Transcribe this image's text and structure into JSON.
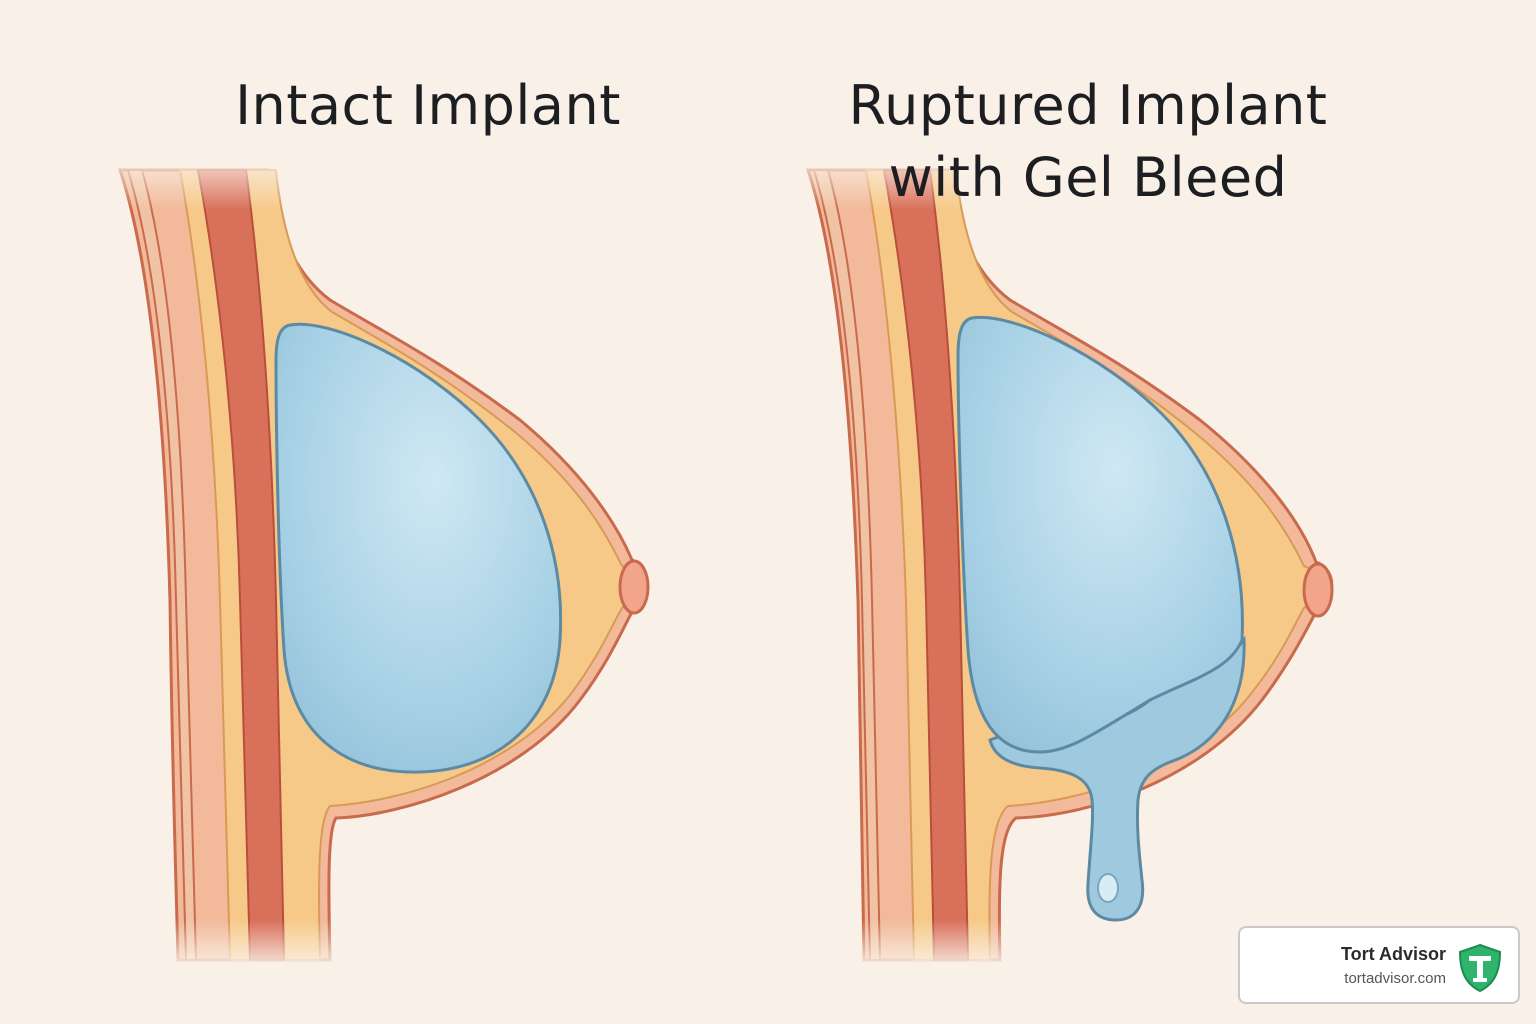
{
  "titles": {
    "left": "Intact Implant",
    "right_line1": "Ruptured Implant",
    "right_line2": "with Gel Bleed"
  },
  "badge": {
    "name": "Tort Advisor",
    "url": "tortadvisor.com",
    "logo_icon": "shield-pillar-icon"
  },
  "colors": {
    "background": "#f9f1e7",
    "skin": "#f2b99a",
    "fat": "#f7c989",
    "muscle": "#d9705a",
    "implant": "#a9d2e6",
    "implant_outline": "#5d8aa3",
    "logo_green": "#2fb36d"
  }
}
